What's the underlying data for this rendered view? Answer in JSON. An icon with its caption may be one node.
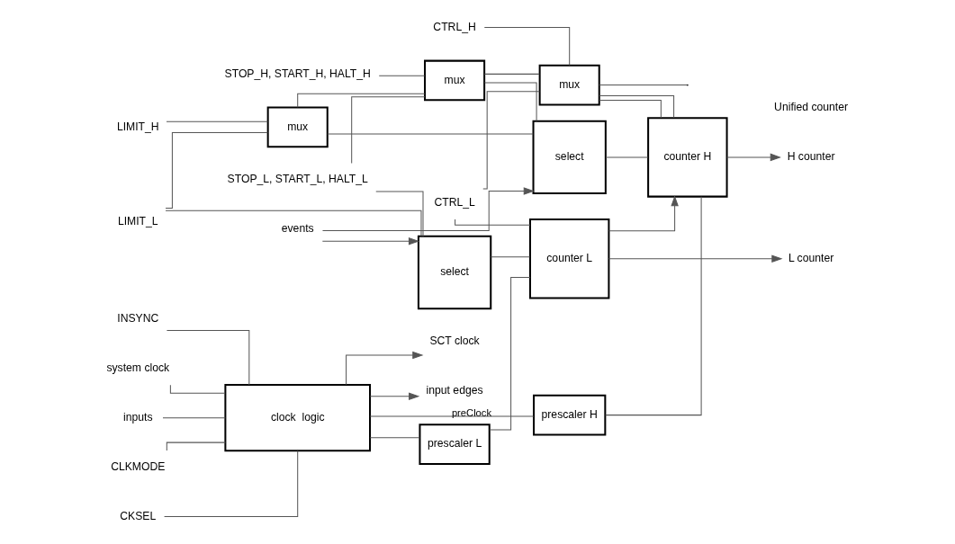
{
  "diagram": {
    "nodes": [
      {
        "text": [
          "clock  logic"
        ]
      },
      {
        "text": [
          "system clock"
        ]
      },
      {
        "text": [
          "inputs"
        ]
      },
      {
        "text": [
          "SCT clock"
        ]
      },
      {
        "text": [
          "input edges"
        ]
      },
      {
        "text": [
          "CLKMODE"
        ]
      },
      {
        "text": [
          "CKSEL"
        ]
      },
      {
        "text": [
          "INSYNC"
        ]
      },
      {
        "text": [
          "events"
        ]
      },
      {
        "text": [
          "LIMIT_H"
        ]
      },
      {
        "text": [
          "LIMIT_L"
        ]
      },
      {
        "text": [
          "STOP_H, START_H, HALT_H"
        ]
      },
      {
        "text": [
          "STOP_L, START_L, HALT_L"
        ]
      },
      {
        "text": [
          "CTRL_H"
        ]
      },
      {
        "text": [
          "CTRL_L"
        ]
      },
      {
        "text": [
          "mux"
        ]
      },
      {
        "text": [
          "mux"
        ]
      },
      {
        "text": [
          "mux"
        ]
      },
      {
        "text": [
          "select"
        ]
      },
      {
        "text": [
          "select"
        ]
      },
      {
        "text": [
          "prescaler H"
        ]
      },
      {
        "text": [
          "prescaler L"
        ]
      },
      {
        "text": [
          "counter H"
        ]
      },
      {
        "text": [
          "counter L"
        ]
      },
      {
        "text": [
          "H counter"
        ]
      },
      {
        "text": [
          "L counter"
        ]
      }
    ],
    "edges": [
      {
        "from": 1,
        "to": 0,
        "arrow": "none"
      },
      {
        "from": 2,
        "to": 0,
        "arrow": "none"
      },
      {
        "from": 0,
        "to": 3,
        "arrow": "to"
      },
      {
        "from": 0,
        "to": 4,
        "arrow": "to"
      },
      {
        "from": 5,
        "to": 0,
        "arrow": "none"
      },
      {
        "from": 6,
        "to": 0,
        "arrow": "none"
      },
      {
        "from": 7,
        "to": 0,
        "arrow": "none"
      },
      {
        "from": 0,
        "to": 20,
        "arrow": "none",
        "label": "preClock"
      },
      {
        "from": 0,
        "to": 21,
        "arrow": "none"
      },
      {
        "from": 8,
        "to": 18,
        "arrow": "to"
      },
      {
        "from": 8,
        "to": 19,
        "arrow": "to"
      },
      {
        "from": 9,
        "to": 15,
        "arrow": "none"
      },
      {
        "from": 10,
        "to": 15,
        "arrow": "none"
      },
      {
        "from": 10,
        "to": 19,
        "arrow": "none"
      },
      {
        "from": 11,
        "to": 16,
        "arrow": "none"
      },
      {
        "from": 12,
        "to": 16,
        "arrow": "none"
      },
      {
        "from": 12,
        "to": 19,
        "arrow": "none"
      },
      {
        "from": 13,
        "to": 17,
        "arrow": "none"
      },
      {
        "from": 14,
        "to": 17,
        "arrow": "none"
      },
      {
        "from": 14,
        "to": 23,
        "arrow": "none"
      },
      {
        "from": 15,
        "to": 16,
        "arrow": "none"
      },
      {
        "from": 16,
        "to": 17,
        "arrow": "none"
      },
      {
        "from": 17,
        "to": null,
        "arrow": "none"
      },
      {
        "from": 17,
        "to": 22,
        "arrow": "none"
      },
      {
        "from": 17,
        "to": 22,
        "arrow": "none"
      },
      {
        "from": 15,
        "to": 18,
        "arrow": "none"
      },
      {
        "from": 16,
        "to": 18,
        "arrow": "none"
      },
      {
        "from": 18,
        "to": 22,
        "arrow": "none"
      },
      {
        "from": 19,
        "to": 23,
        "arrow": "none"
      },
      {
        "from": 20,
        "to": 22,
        "arrow": "none"
      },
      {
        "from": 21,
        "to": 23,
        "arrow": "none"
      },
      {
        "from": 23,
        "to": 22,
        "arrow": "to"
      },
      {
        "from": 22,
        "to": 24,
        "arrow": "to"
      },
      {
        "from": 23,
        "to": 25,
        "arrow": "to"
      }
    ],
    "labels": [
      "Unified counter"
    ]
  }
}
